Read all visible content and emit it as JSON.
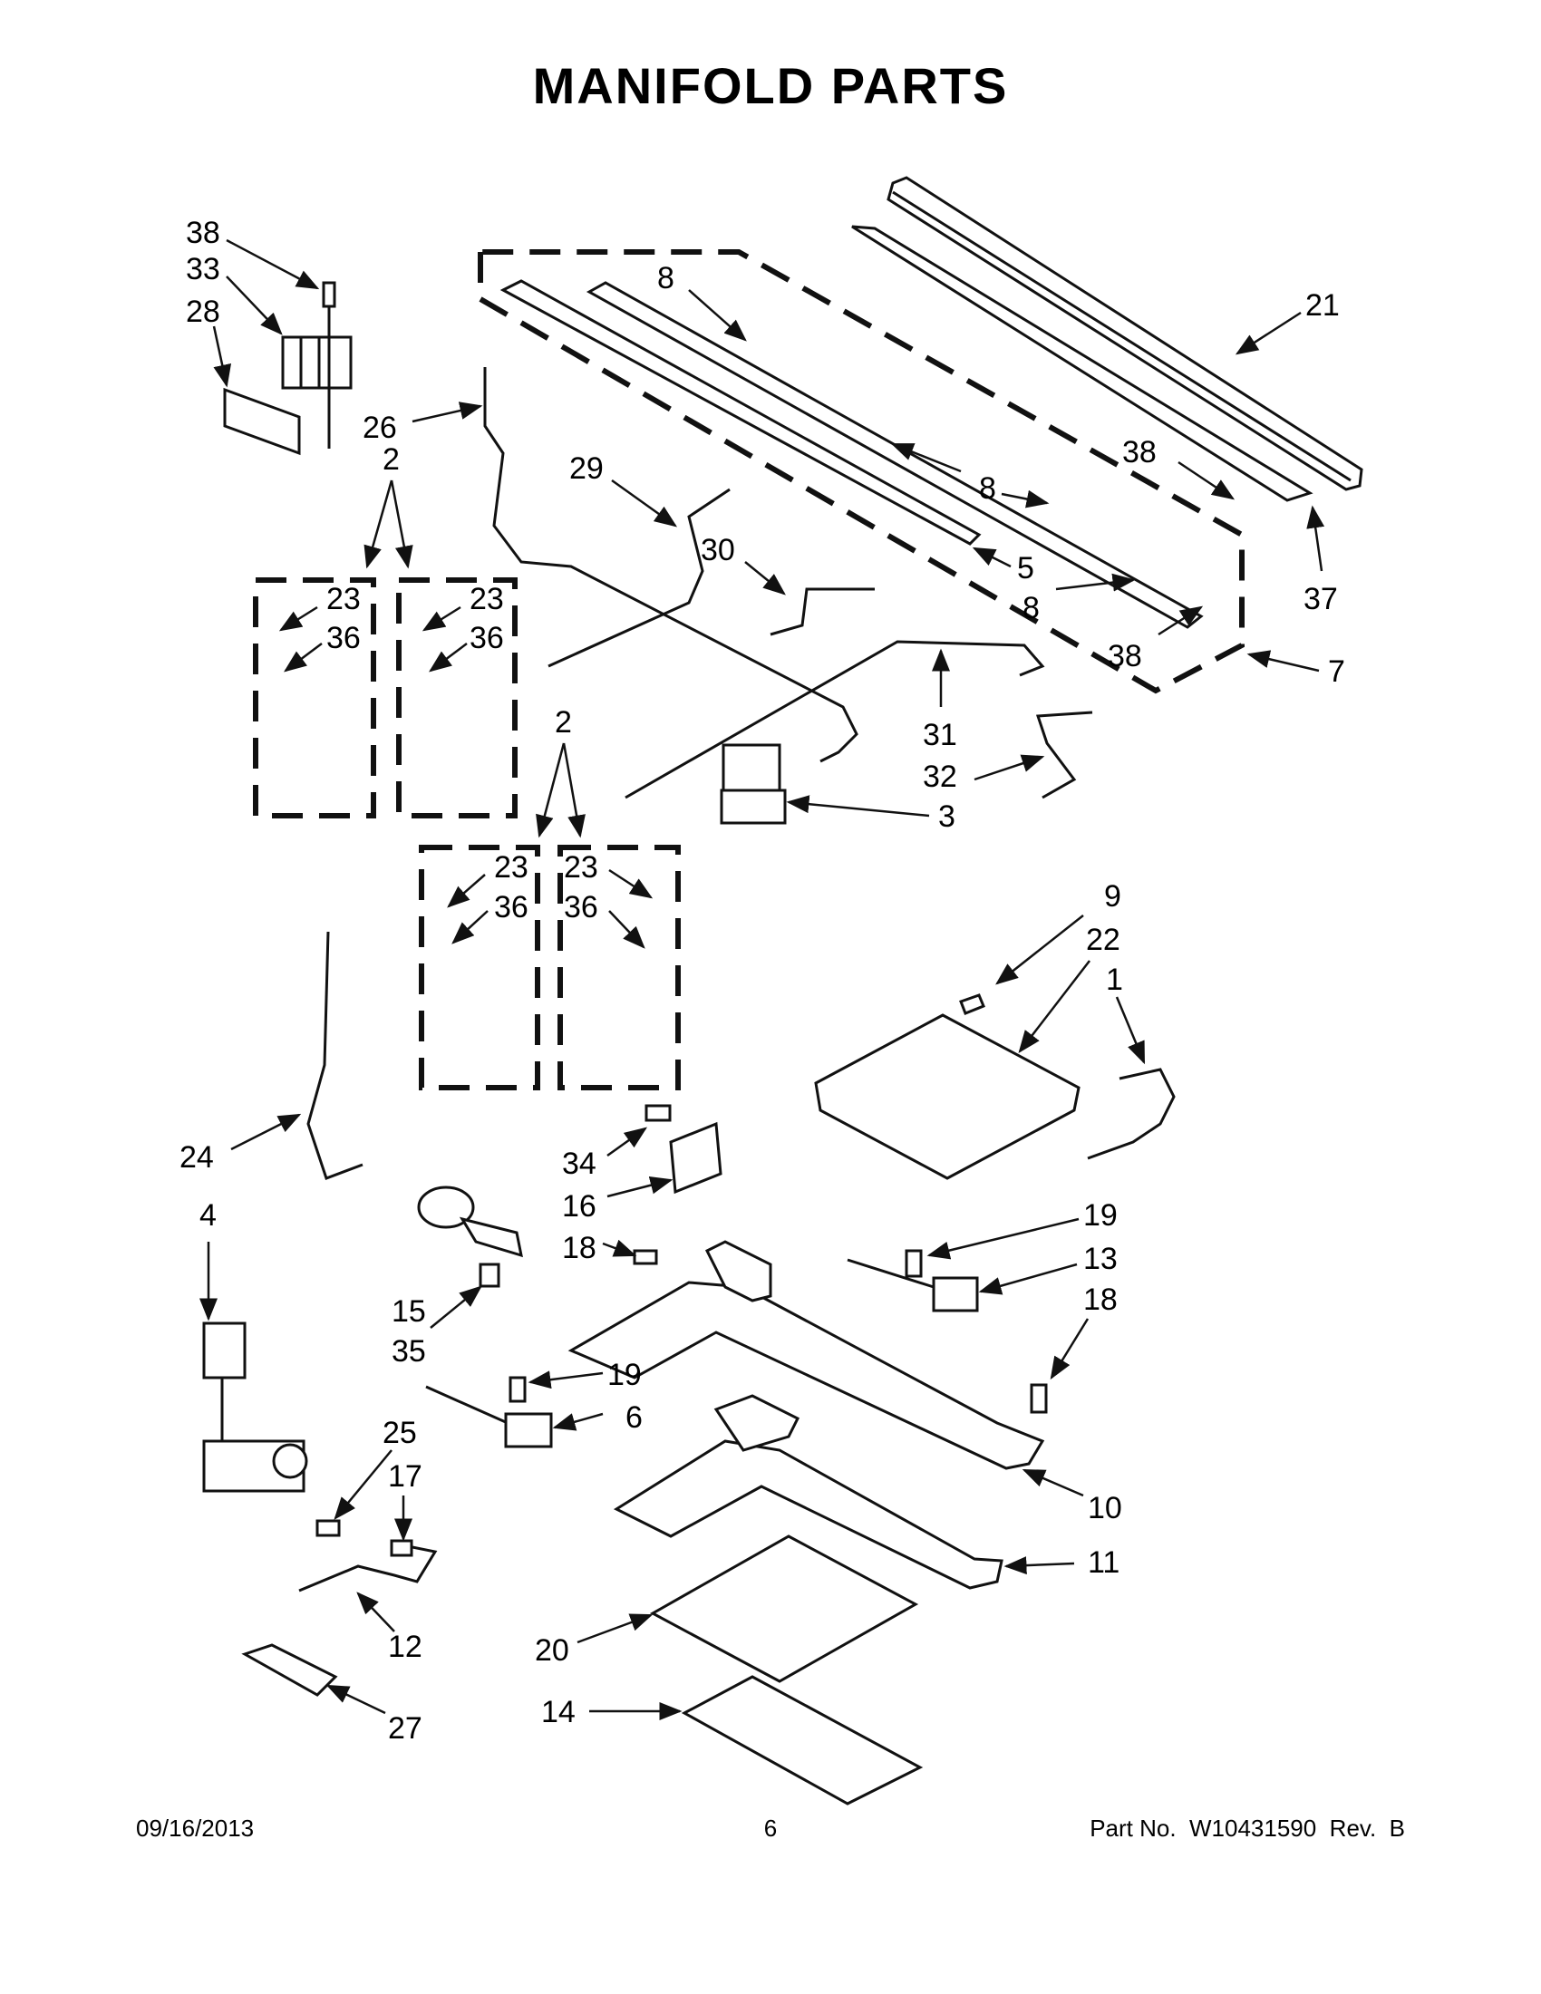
{
  "page": {
    "title": "MANIFOLD PARTS"
  },
  "footer": {
    "date": "09/16/2013",
    "page_number": "6",
    "part_number": "Part No.  W10431590  Rev.  B"
  },
  "callouts": {
    "c38a": "38",
    "c33": "33",
    "c28": "28",
    "c26": "26",
    "c2a": "2",
    "c8a": "8",
    "c21": "21",
    "c29": "29",
    "c38b": "38",
    "c30": "30",
    "c8b": "8",
    "c5": "5",
    "c8c": "8",
    "c37": "37",
    "c38c": "38",
    "c7": "7",
    "c23a": "23",
    "c36a": "36",
    "c23b": "23",
    "c36b": "36",
    "c31": "31",
    "c32": "32",
    "c3": "3",
    "c2b": "2",
    "c23c": "23",
    "c36c": "36",
    "c23d": "23",
    "c36d": "36",
    "c9": "9",
    "c22": "22",
    "c1": "1",
    "c24": "24",
    "c4": "4",
    "c34": "34",
    "c16": "16",
    "c18a": "18",
    "c15": "15",
    "c35": "35",
    "c19a": "19",
    "c13": "13",
    "c18b": "18",
    "c19b": "19",
    "c6": "6",
    "c25": "25",
    "c17": "17",
    "c10": "10",
    "c11": "11",
    "c12": "12",
    "c20": "20",
    "c14": "14",
    "c27": "27"
  }
}
